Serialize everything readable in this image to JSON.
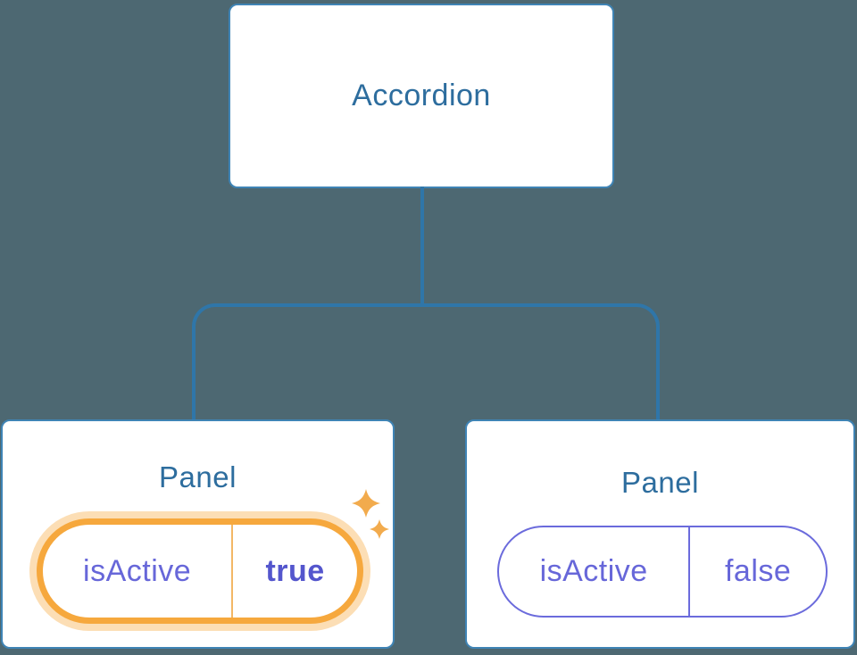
{
  "diagram": {
    "description": "Component tree: Accordion parent passing isActive state to two Panel children",
    "root": {
      "label": "Accordion"
    },
    "panels": [
      {
        "title": "Panel",
        "prop": {
          "name": "isActive",
          "value": "true"
        },
        "highlighted": true
      },
      {
        "title": "Panel",
        "prop": {
          "name": "isActive",
          "value": "false"
        },
        "highlighted": false
      }
    ]
  },
  "colors": {
    "background": "#4D6872",
    "connector_blue": "#2F76A9",
    "node_border_blue": "#3F84B5",
    "node_fill": "#FFFFFF",
    "title_text_blue": "#2D6D9E",
    "state_text_purple": "#6767D9",
    "state_value_bold_purple": "#5456CD",
    "inactive_pill_border_purple": "#6B6BDC",
    "highlight_orange": "#F6A83D",
    "highlight_halo_orange": "rgba(246,168,61,0.38)",
    "sparkle_orange": "#F2AB4D"
  },
  "icons": {
    "sparkle_large": "sparkle-icon",
    "sparkle_small": "sparkle-icon"
  }
}
